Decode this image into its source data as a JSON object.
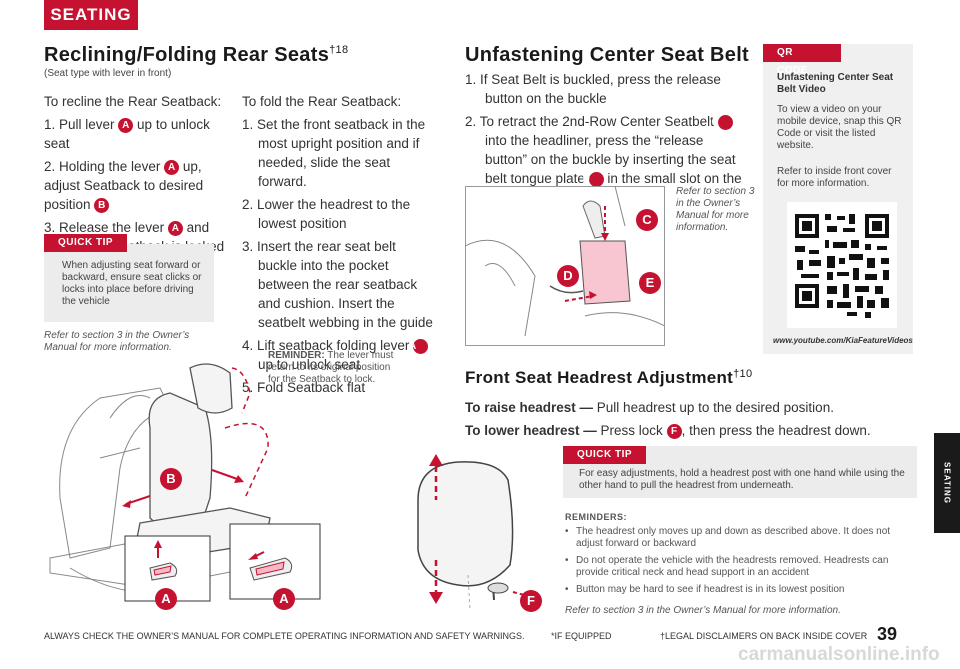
{
  "header": {
    "section_tab": "SEATING",
    "page_number": "39"
  },
  "side_tab": {
    "label": "SEATING"
  },
  "reclining": {
    "title": "Reclining/Folding Rear Seats",
    "title_sup": "†18",
    "subtitle": "(Seat type with lever in front)",
    "recline_intro": "To recline the Rear Seatback:",
    "recline_steps": [
      {
        "pre": "1. Pull lever ",
        "badge": "A",
        "post": " up to unlock seat"
      },
      {
        "pre": "2. Holding the lever ",
        "badge": "A",
        "post": " up, adjust Seatback to desired position ",
        "badge2": "B"
      },
      {
        "pre": "3. Release the lever ",
        "badge": "A",
        "post": " and ensure the Seatback is locked in place"
      }
    ],
    "fold_intro": "To fold the Rear Seatback:",
    "fold_steps": [
      "1. Set the front seatback in the most upright position and if needed, slide the seat forward.",
      "2. Lower the headrest to the lowest position",
      "3. Insert the rear seat belt buckle into the pocket between the rear seatback and cushion. Insert the seatbelt webbing in the guide"
    ],
    "fold_step4_pre": "4. Lift seatback folding lever ",
    "fold_step4_post": " up to unlock seat",
    "fold_step5": "5. Fold Seatback flat",
    "quick_tip_label": "QUICK TIP",
    "quick_tip_text": "When adjusting seat forward or backward, ensure seat clicks or locks into place before driving the vehicle",
    "refer_text": "Refer to section 3 in the Owner’s Manual for more information.",
    "reminder_label": "REMINDER:",
    "reminder_text": " The lever must return to its original position for the Seatback to lock."
  },
  "unfastening": {
    "title": "Unfastening Center Seat Belt",
    "step1": "1.  If Seat Belt is buckled, press the release button on the buckle",
    "step2_a": "2.  To retract the 2nd-Row Center Seatbelt ",
    "step2_b": " into the headliner, press the “release button” on the buckle by inserting the seat belt tongue plate ",
    "step2_c": " in the small slot on the center buckle ",
    "refer_text": "Refer to section 3 in the Owner’s Manual for more information."
  },
  "qr": {
    "label": "QR CODE",
    "title": "Unfastening Center Seat Belt Video",
    "text1": "To view a video on your mobile device, snap this QR Code or visit the listed website.",
    "text2": "Refer to inside front cover for more information.",
    "url": "www.youtube.com/KiaFeatureVideos"
  },
  "headrest": {
    "title": "Front Seat Headrest Adjustment",
    "title_sup": "†10",
    "raise_label": "To raise headrest —",
    "raise_text": " Pull headrest up to the desired position.",
    "lower_label": "To lower headrest —",
    "lower_text_a": " Press lock ",
    "lower_text_b": ", then press the headrest down.",
    "quick_tip_label": "QUICK TIP",
    "quick_tip_text": "For easy adjustments, hold a headrest post with one hand while using the other hand to pull the headrest from underneath.",
    "reminders_label": "REMINDERS:",
    "reminders": [
      "The headrest only moves up and down as described above. It does not adjust forward or backward",
      "Do not operate the vehicle with the headrests removed. Headrests can provide critical neck and head support in an accident",
      "Button may be hard to see if headrest is in its lowest position"
    ],
    "refer_text": "Refer to section 3 in the Owner’s Manual for more information."
  },
  "callouts": {
    "a": "A",
    "b": "B",
    "c": "C",
    "d": "D",
    "e": "E",
    "f": "F"
  },
  "footer": {
    "warning": "ALWAYS CHECK THE OWNER’S MANUAL FOR COMPLETE OPERATING INFORMATION AND SAFETY WARNINGS.",
    "if_equipped": "*IF EQUIPPED",
    "legal": "†LEGAL DISCLAIMERS ON BACK INSIDE COVER"
  },
  "watermark": "carmanualsonline.info",
  "colors": {
    "accent": "#c41230",
    "tip_bg": "#ececec",
    "side_tab": "#1a1a1a"
  }
}
